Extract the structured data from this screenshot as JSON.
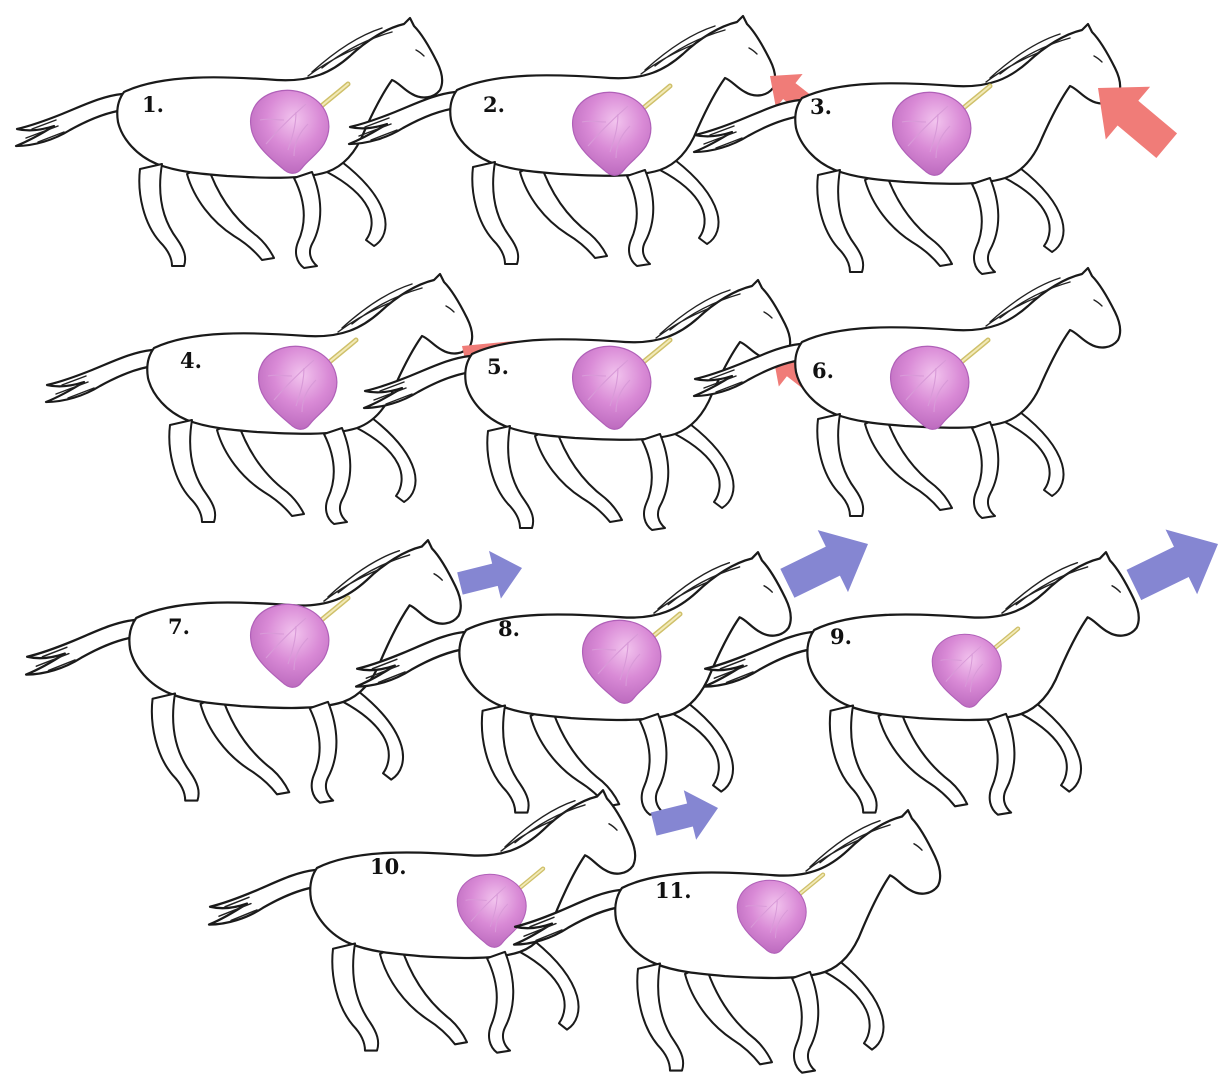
{
  "colors": {
    "exhale_arrow": "#f07c78",
    "inhale_arrow": "#8586d2",
    "lung": "#d98ad6",
    "lung_highlight": "#f2c4ee",
    "trachea": "#d9cd7a",
    "outline": "#1a1a1a"
  },
  "frames": [
    {
      "label": "1.",
      "arrow": "none"
    },
    {
      "label": "2.",
      "arrow": "exhale-small"
    },
    {
      "label": "3.",
      "arrow": "exhale-large"
    },
    {
      "label": "4.",
      "arrow": "exhale-large"
    },
    {
      "label": "5.",
      "arrow": "exhale-small"
    },
    {
      "label": "6.",
      "arrow": "none"
    },
    {
      "label": "7.",
      "arrow": "inhale-small"
    },
    {
      "label": "8.",
      "arrow": "inhale-large"
    },
    {
      "label": "9.",
      "arrow": "inhale-large"
    },
    {
      "label": "10.",
      "arrow": "inhale-small"
    },
    {
      "label": "11.",
      "arrow": "none"
    }
  ]
}
